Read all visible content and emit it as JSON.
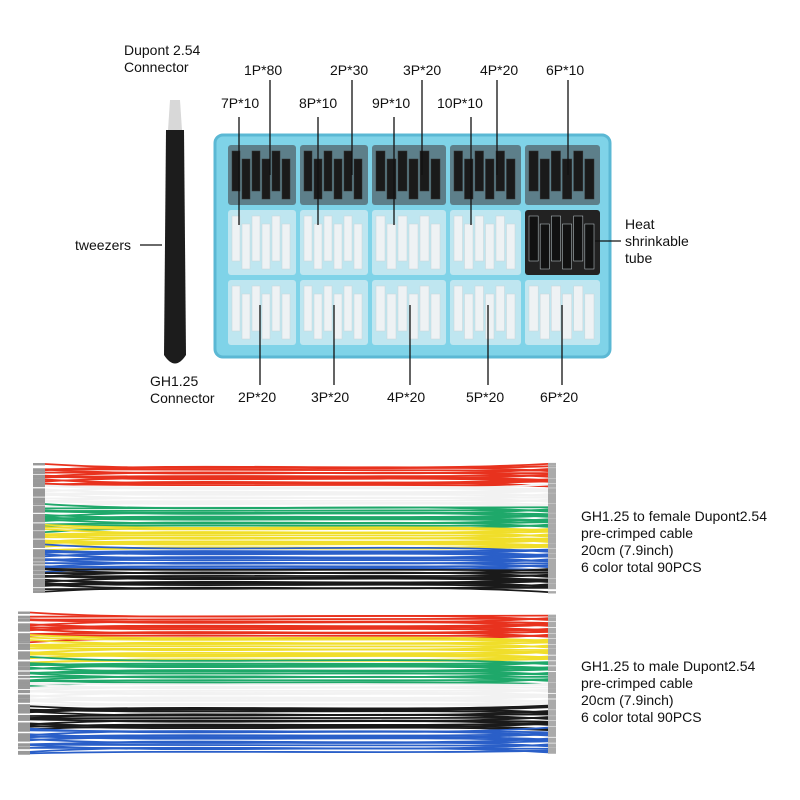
{
  "kit": {
    "dupont_title": [
      "Dupont 2.54",
      "Connector"
    ],
    "dupont_top": [
      "1P*80",
      "2P*30",
      "3P*20",
      "4P*20",
      "6P*10"
    ],
    "dupont_second": [
      "7P*10",
      "8P*10",
      "9P*10",
      "10P*10"
    ],
    "tweezers": "tweezers",
    "heat": [
      "Heat",
      "shrinkable",
      "tube"
    ],
    "gh_title": [
      "GH1.25",
      "Connector"
    ],
    "gh_bottom": [
      "2P*20",
      "3P*20",
      "4P*20",
      "5P*20",
      "6P*20"
    ],
    "box_color": "#7fd3e8"
  },
  "cables": [
    {
      "lines": [
        "GH1.25 to female Dupont2.54",
        "pre-crimped cable",
        "20cm (7.9inch)",
        "6 color total 90PCS"
      ],
      "colors": [
        "#e8321e",
        "#f2f2f2",
        "#1fa86a",
        "#f0de2a",
        "#2a5fc8",
        "#1a1a1a"
      ]
    },
    {
      "lines": [
        "GH1.25 to male Dupont2.54",
        "pre-crimped cable",
        "20cm (7.9inch)",
        "6 color total 90PCS"
      ],
      "colors": [
        "#e8321e",
        "#f0de2a",
        "#1fa86a",
        "#f2f2f2",
        "#1a1a1a",
        "#2a5fc8"
      ]
    }
  ]
}
